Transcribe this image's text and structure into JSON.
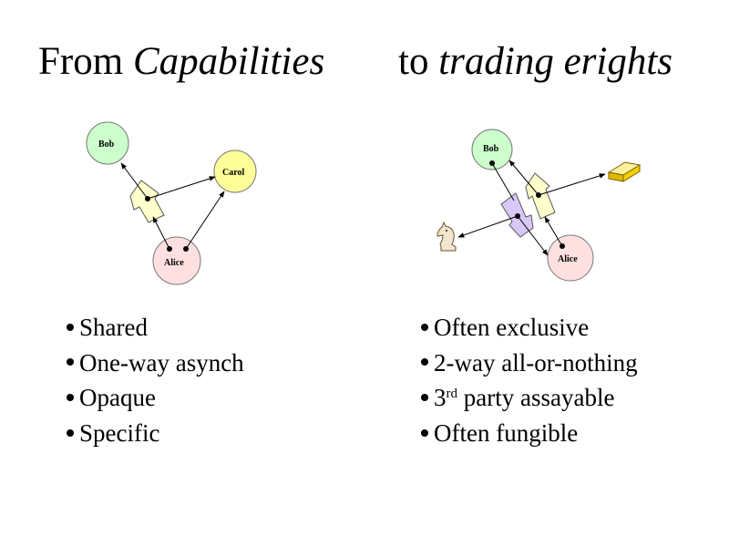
{
  "title_left": {
    "prefix": "From ",
    "emph": "Capabilities"
  },
  "title_right": {
    "prefix": "to ",
    "emph": "trading erights"
  },
  "diagram_left": {
    "nodes": {
      "bob": "Bob",
      "carol": "Carol",
      "alice": "Alice"
    }
  },
  "diagram_right": {
    "nodes": {
      "bob": "Bob",
      "alice": "Alice"
    },
    "icons": [
      "gold-bar-icon",
      "knight-chess-piece-icon"
    ]
  },
  "bullets_left": [
    "Shared",
    "One-way asynch",
    "Opaque",
    "Specific"
  ],
  "bullets_right": {
    "b1": "Often exclusive",
    "b2": "2-way all-or-nothing",
    "b3_num": "3",
    "b3_sup": "rd",
    "b3_rest": " party assayable",
    "b4": "Often fungible"
  },
  "colors": {
    "bob_fill": "#ccffcc",
    "carol_fill": "#ffff99",
    "alice_fill": "#ffe0e0",
    "arrow_fill": "#ffffcc",
    "purple_fill": "#d8c8f8",
    "gold_fill": "#f2d200"
  }
}
